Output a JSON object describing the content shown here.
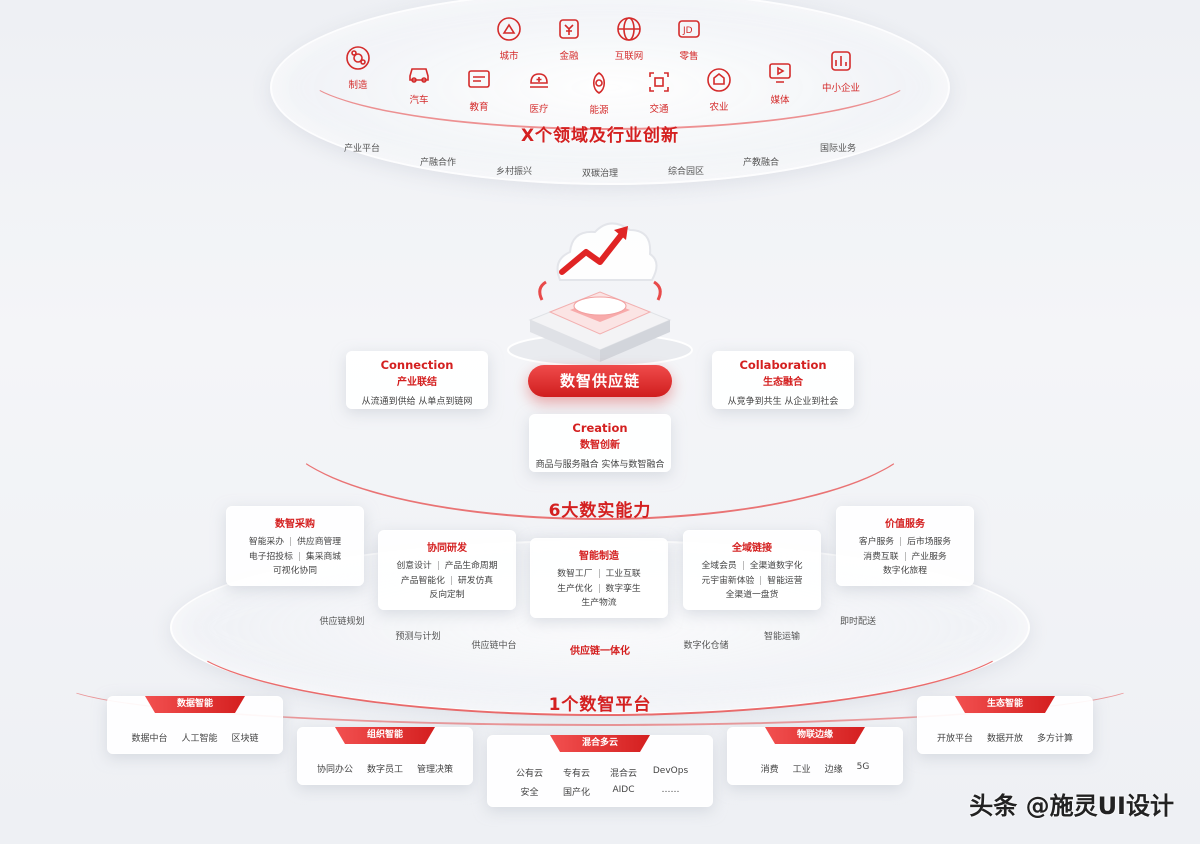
{
  "top": {
    "industries_row1": [
      {
        "label": "城市",
        "icon": "city-icon"
      },
      {
        "label": "金融",
        "icon": "finance-icon"
      },
      {
        "label": "互联网",
        "icon": "internet-icon"
      },
      {
        "label": "零售",
        "icon": "retail-icon"
      }
    ],
    "industries_row2": [
      {
        "label": "制造",
        "icon": "manufacturing-icon"
      },
      {
        "label": "汽车",
        "icon": "car-icon"
      },
      {
        "label": "教育",
        "icon": "education-icon"
      },
      {
        "label": "医疗",
        "icon": "medical-icon"
      },
      {
        "label": "能源",
        "icon": "energy-icon"
      },
      {
        "label": "交通",
        "icon": "transport-icon"
      },
      {
        "label": "农业",
        "icon": "agriculture-icon"
      },
      {
        "label": "媒体",
        "icon": "media-icon"
      },
      {
        "label": "中小企业",
        "icon": "sme-icon"
      }
    ],
    "title": "X个领域及行业创新",
    "tags": [
      "产业平台",
      "产融合作",
      "乡村振兴",
      "双碳治理",
      "综合园区",
      "产教融合",
      "国际业务"
    ]
  },
  "middle": {
    "center_label": "数智供应链",
    "connection": {
      "en": "Connection",
      "zh": "产业联结",
      "desc": "从流通到供给  从单点到链网"
    },
    "collaboration": {
      "en": "Collaboration",
      "zh": "生态融合",
      "desc": "从竞争到共生  从企业到社会"
    },
    "creation": {
      "en": "Creation",
      "zh": "数智创新",
      "desc": "商品与服务融合  实体与数智融合"
    }
  },
  "capabilities": {
    "title": "6大数实能力",
    "cards": [
      {
        "title": "数智采购",
        "rows": [
          [
            "智能采办",
            "供应商管理"
          ],
          [
            "电子招投标",
            "集采商城"
          ],
          [
            "可视化协同"
          ]
        ]
      },
      {
        "title": "协同研发",
        "rows": [
          [
            "创意设计",
            "产品生命周期"
          ],
          [
            "产品智能化",
            "研发仿真"
          ],
          [
            "反向定制"
          ]
        ]
      },
      {
        "title": "智能制造",
        "rows": [
          [
            "数智工厂",
            "工业互联"
          ],
          [
            "生产优化",
            "数字孪生"
          ],
          [
            "生产物流"
          ]
        ]
      },
      {
        "title": "全域链接",
        "rows": [
          [
            "全域会员",
            "全渠道数字化"
          ],
          [
            "元宇宙新体验",
            "智能运营"
          ],
          [
            "全渠道一盘货"
          ]
        ]
      },
      {
        "title": "价值服务",
        "rows": [
          [
            "客户服务",
            "后市场服务"
          ],
          [
            "消费互联",
            "产业服务"
          ],
          [
            "数字化旅程"
          ]
        ]
      }
    ],
    "tags": [
      "供应链规划",
      "预测与计划",
      "供应链中台",
      "供应链一体化",
      "数字化仓储",
      "智能运输",
      "即时配送"
    ]
  },
  "platform": {
    "title": "1个数智平台",
    "data_intel": {
      "title": "数据智能",
      "items": [
        "数据中台",
        "人工智能",
        "区块链"
      ]
    },
    "org_intel": {
      "title": "组织智能",
      "items": [
        "协同办公",
        "数字员工",
        "管理决策"
      ]
    },
    "hybrid": {
      "title": "混合多云",
      "items": [
        "公有云",
        "专有云",
        "混合云",
        "DevOps",
        "安全",
        "国产化",
        "AIDC",
        "……"
      ]
    },
    "iot": {
      "title": "物联边缘",
      "items": [
        "消费",
        "工业",
        "边缘",
        "5G"
      ]
    },
    "eco": {
      "title": "生态智能",
      "items": [
        "开放平台",
        "数据开放",
        "多方计算"
      ]
    }
  },
  "watermark": "头条 @施灵UI设计",
  "colors": {
    "accent": "#d42020",
    "accent_light": "#f25050",
    "bg": "#eef0f4"
  }
}
